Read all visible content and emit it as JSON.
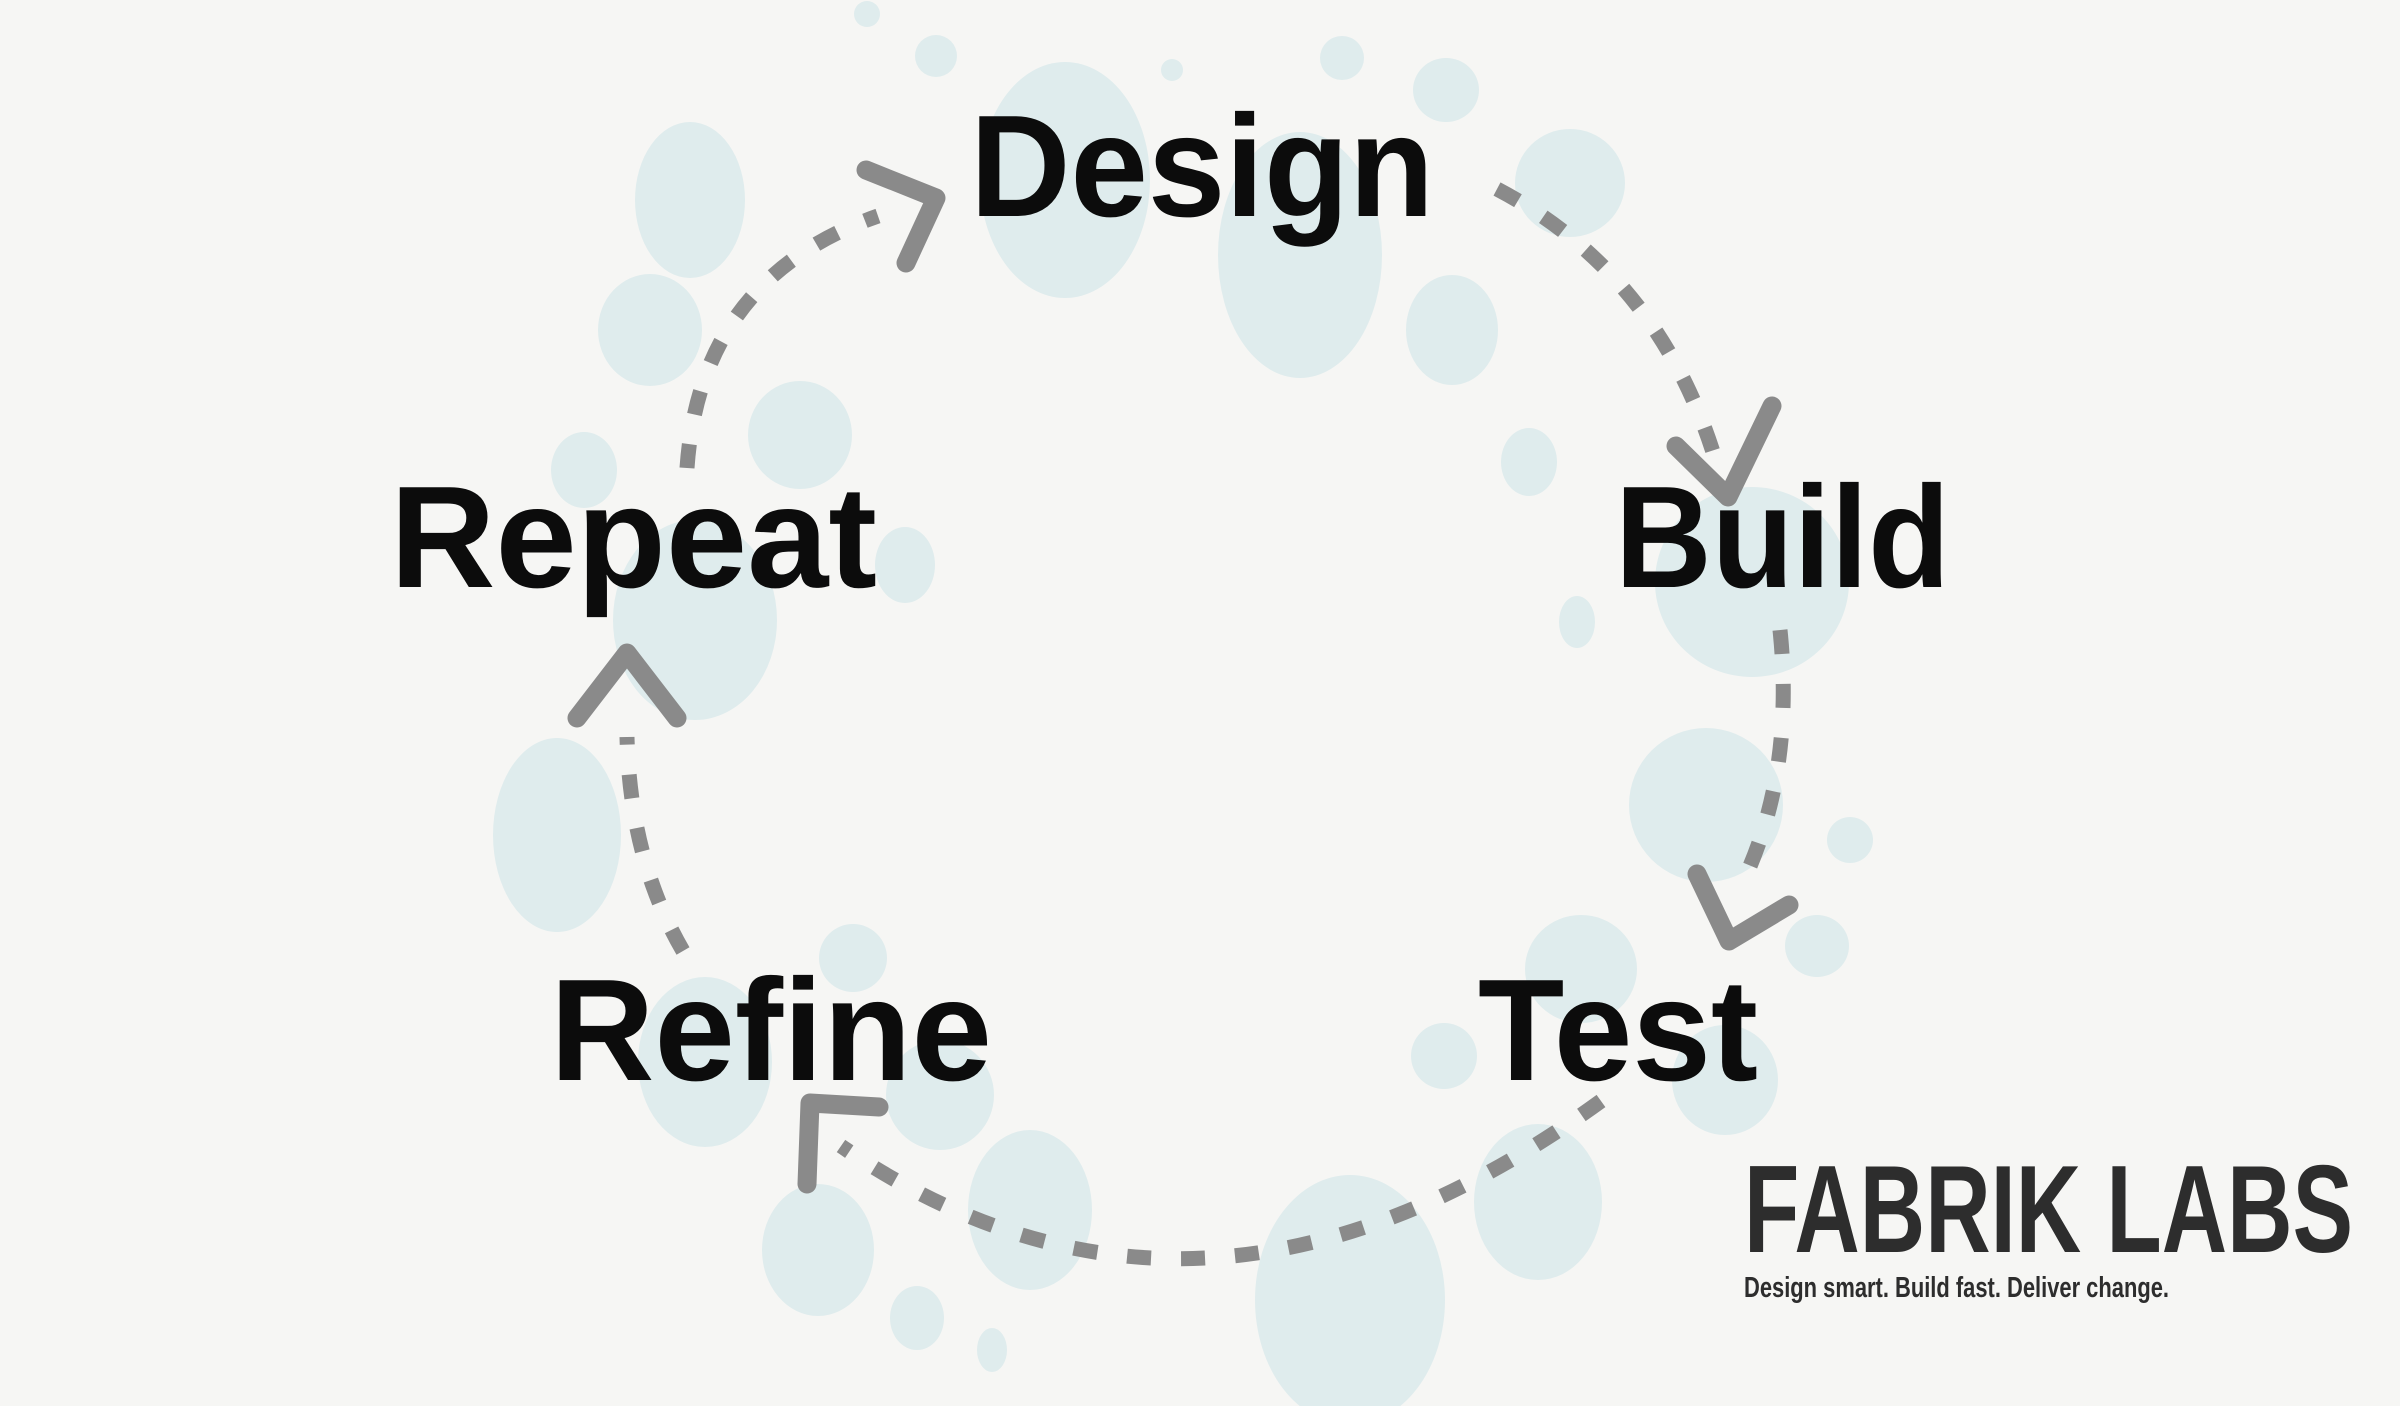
{
  "diagram": {
    "type": "cycle",
    "steps": [
      {
        "id": "design",
        "label": "Design"
      },
      {
        "id": "build",
        "label": "Build"
      },
      {
        "id": "test",
        "label": "Test"
      },
      {
        "id": "refine",
        "label": "Refine"
      },
      {
        "id": "repeat",
        "label": "Repeat"
      }
    ],
    "flow": [
      {
        "from": "Design",
        "to": "Build"
      },
      {
        "from": "Build",
        "to": "Test"
      },
      {
        "from": "Test",
        "to": "Refine"
      },
      {
        "from": "Refine",
        "to": "Repeat"
      },
      {
        "from": "Repeat",
        "to": "Design"
      }
    ]
  },
  "brand": {
    "name": "FABRIK LABS",
    "tagline": "Design smart. Build fast. Deliver change."
  },
  "colors": {
    "background": "#f6f6f4",
    "bubble": "#dfeced",
    "arrow": "#8a8a8a",
    "ink": "#0c0c0c",
    "logo-ink": "#2d2d2d"
  },
  "background": {
    "bubbles": [
      [
        867,
        14,
        13,
        13
      ],
      [
        936,
        56,
        21,
        21
      ],
      [
        1172,
        70,
        11,
        11
      ],
      [
        1065,
        180,
        85,
        118
      ],
      [
        1300,
        255,
        82,
        123
      ],
      [
        1342,
        58,
        22,
        22
      ],
      [
        1446,
        90,
        33,
        32
      ],
      [
        1452,
        330,
        46,
        55
      ],
      [
        1570,
        183,
        55,
        54
      ],
      [
        1529,
        462,
        28,
        34
      ],
      [
        1577,
        622,
        18,
        26
      ],
      [
        1752,
        582,
        97,
        95
      ],
      [
        1706,
        805,
        77,
        77
      ],
      [
        1850,
        840,
        23,
        23
      ],
      [
        1817,
        946,
        32,
        31
      ],
      [
        1581,
        969,
        56,
        54
      ],
      [
        1444,
        1056,
        33,
        33
      ],
      [
        1725,
        1080,
        53,
        55
      ],
      [
        1538,
        1202,
        64,
        78
      ],
      [
        1350,
        1300,
        95,
        125
      ],
      [
        1030,
        1210,
        62,
        80
      ],
      [
        917,
        1318,
        27,
        32
      ],
      [
        992,
        1350,
        15,
        22
      ],
      [
        818,
        1250,
        56,
        66
      ],
      [
        853,
        958,
        34,
        34
      ],
      [
        940,
        1095,
        54,
        55
      ],
      [
        705,
        1062,
        67,
        85
      ],
      [
        557,
        835,
        64,
        97
      ],
      [
        695,
        620,
        82,
        100
      ],
      [
        650,
        330,
        52,
        56
      ],
      [
        690,
        200,
        55,
        78
      ],
      [
        800,
        435,
        52,
        54
      ],
      [
        584,
        470,
        33,
        38
      ],
      [
        905,
        565,
        30,
        38
      ]
    ]
  }
}
